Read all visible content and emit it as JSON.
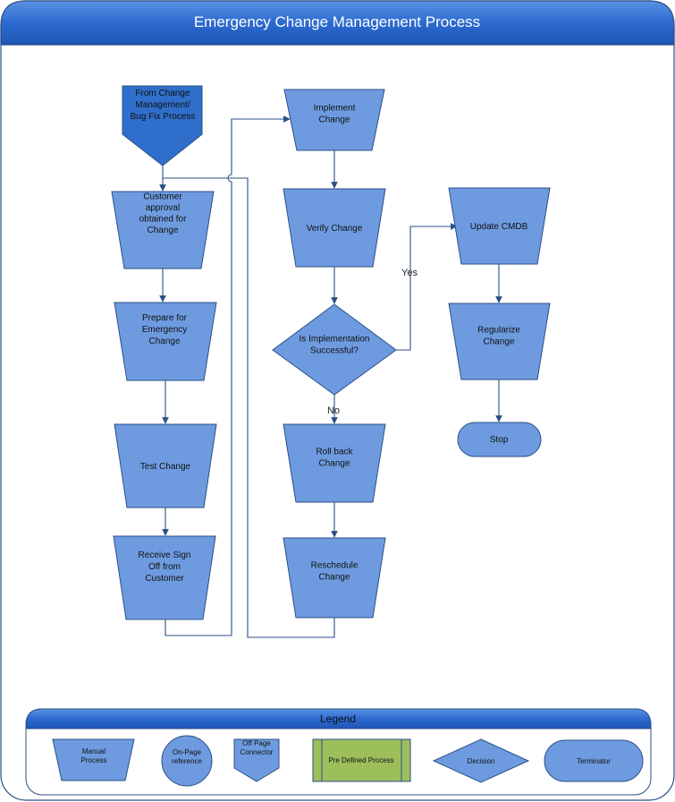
{
  "title": "Emergency Change Management Process",
  "nodes": {
    "from_change_mgmt": [
      "From Change",
      "Management/",
      "Bug Fix  Process"
    ],
    "customer_approval": [
      "Customer",
      "approval",
      "obtained for",
      "Change"
    ],
    "prepare": [
      "Prepare for",
      "Emergency",
      "Change"
    ],
    "test": [
      "Test Change"
    ],
    "receive_signoff": [
      "Receive Sign",
      "Off from",
      "Customer"
    ],
    "implement": [
      "Implement",
      "Change"
    ],
    "verify": [
      "Verify Change"
    ],
    "decision": [
      "Is Implementation",
      "Successful?"
    ],
    "rollback": [
      "Roll back",
      "Change"
    ],
    "reschedule": [
      "Reschedule",
      "Change"
    ],
    "update_cmdb": [
      "Update CMDB"
    ],
    "regularize": [
      "Regularize",
      "Change"
    ],
    "stop": [
      "Stop"
    ]
  },
  "edge_labels": {
    "yes": "Yes",
    "no": "No"
  },
  "legend": {
    "title": "Legend",
    "manual_process": [
      "Manual",
      "Process"
    ],
    "on_page_reference": [
      "On-Page",
      "reference"
    ],
    "off_page_connector": [
      "Off Page",
      "Connector"
    ],
    "pre_defined_process": [
      "Pre Defined Process"
    ],
    "decision": [
      "Decision"
    ],
    "terminator": [
      "Terminator"
    ]
  },
  "colors": {
    "header_blue": "#2a67c7",
    "shape_fill": "#6e9be0",
    "shape_stroke": "#2c4f86",
    "connector_fill": "#2f6fcb",
    "predefined_fill": "#9cbf5c",
    "line": "#2c4f86"
  }
}
